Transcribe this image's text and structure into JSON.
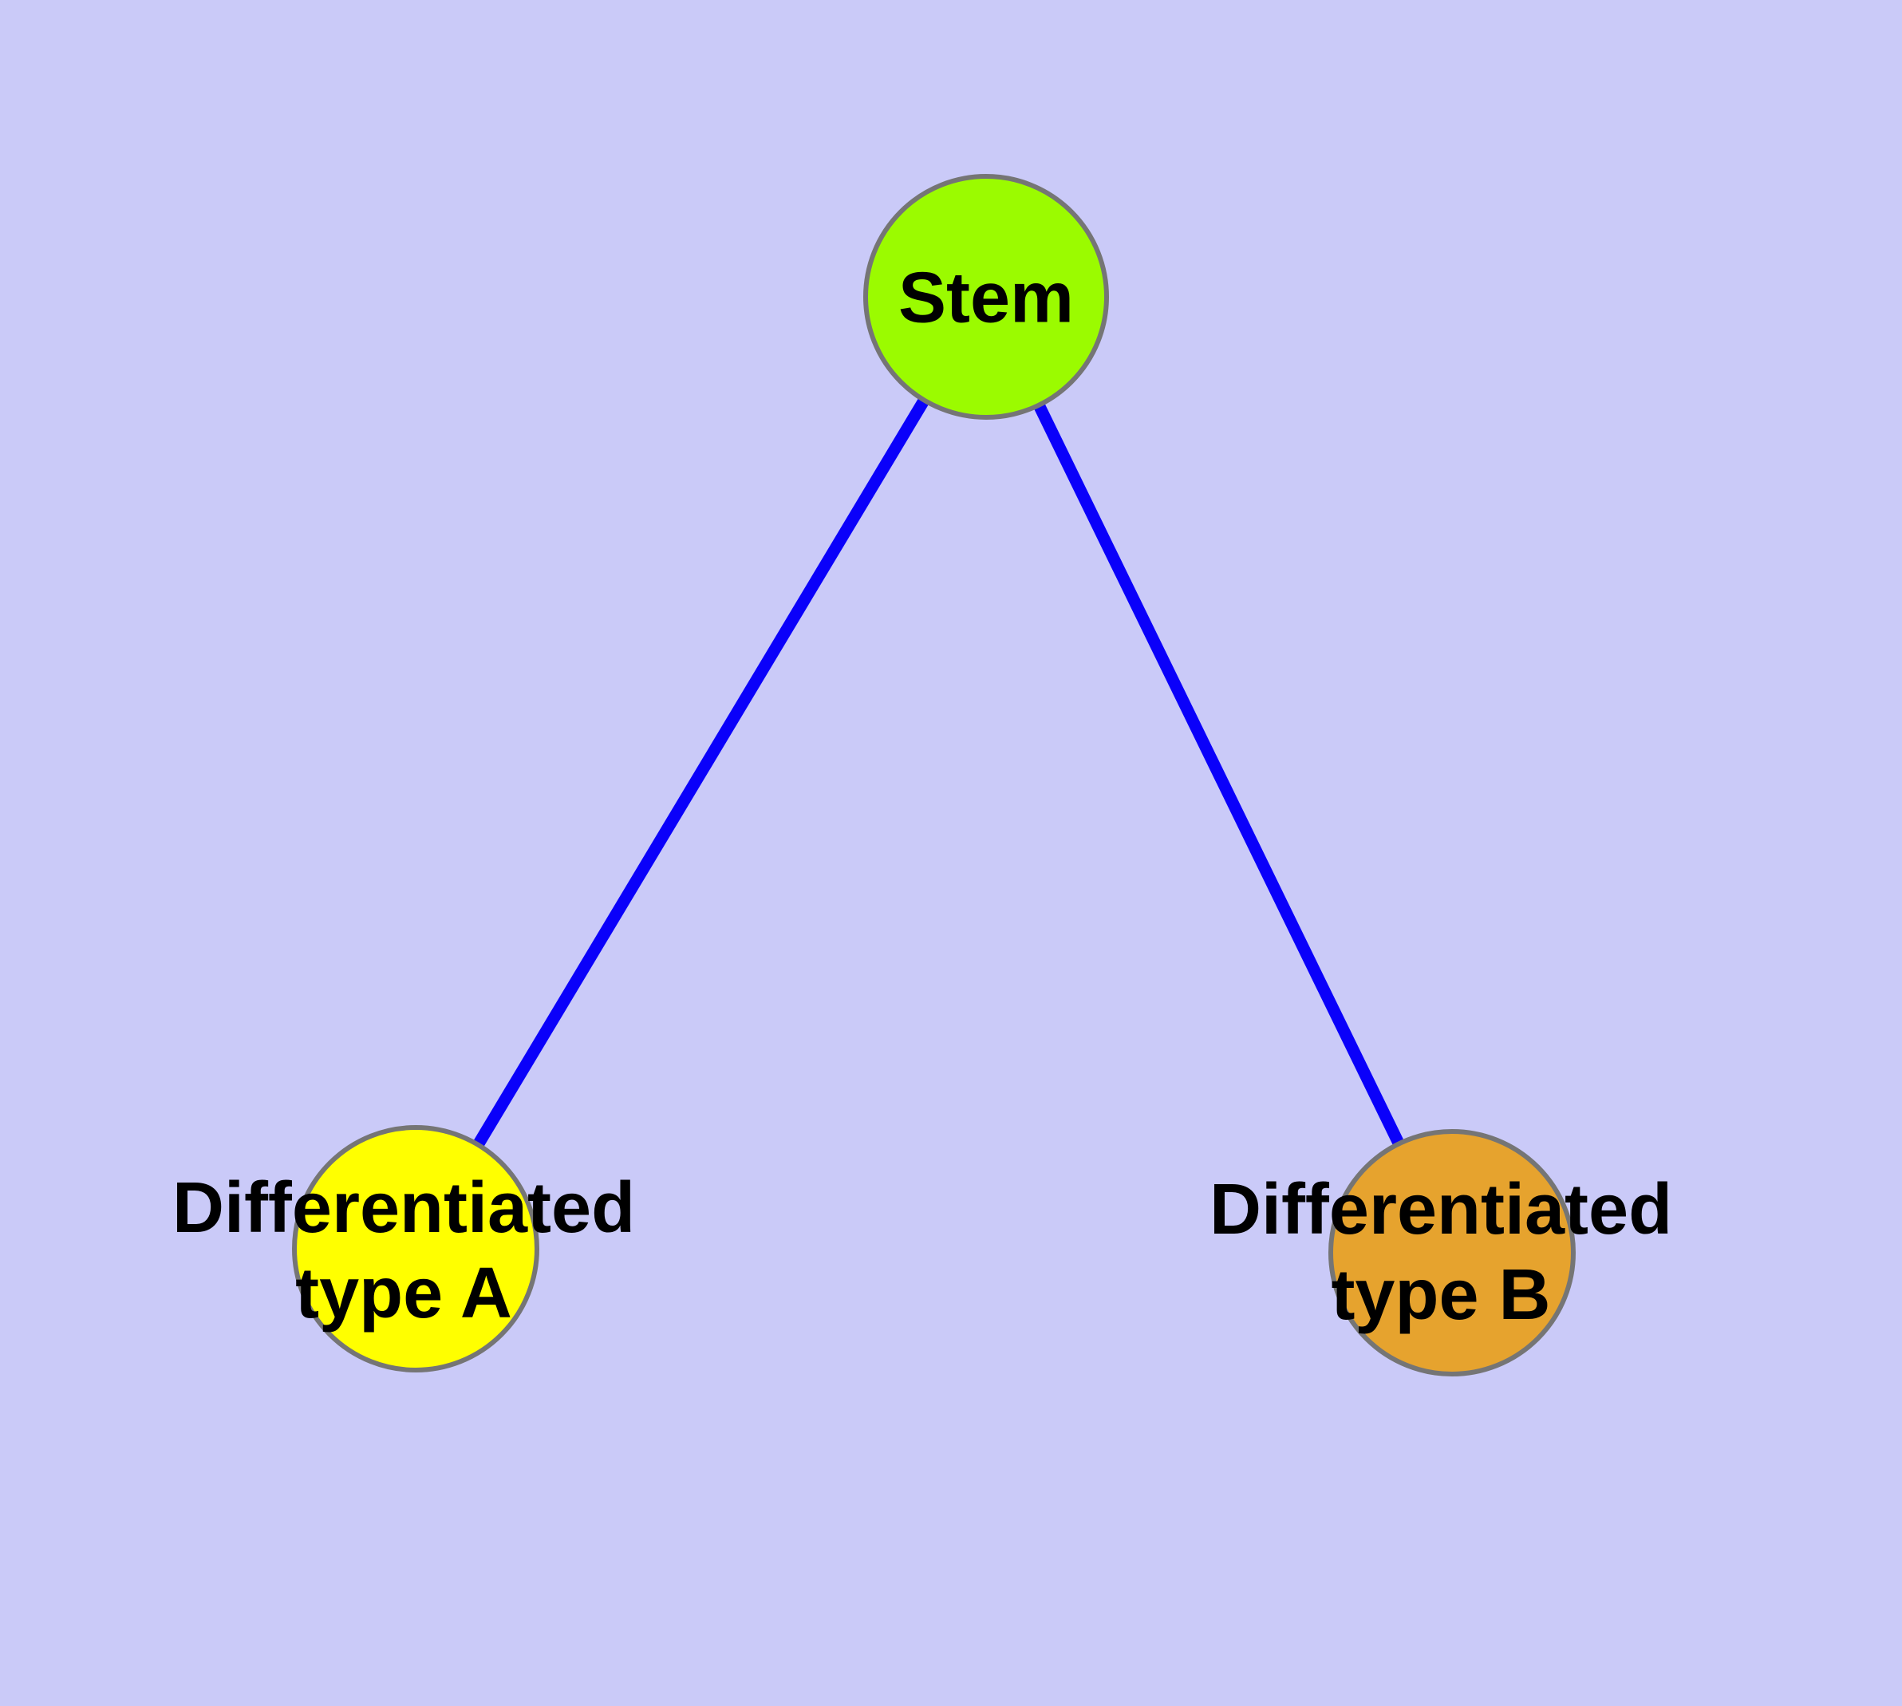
{
  "diagram": {
    "background_color": "#CACAF8",
    "edge_color": "#0A00FA",
    "node_border_color": "#757575",
    "nodes": [
      {
        "id": "stem",
        "label": "Stem",
        "fill": "#9BFB00"
      },
      {
        "id": "differentiated-type-a",
        "label": "Differentiated\ntype A",
        "fill": "#FFFF00"
      },
      {
        "id": "differentiated-type-b",
        "label": "Differentiated\ntype B",
        "fill": "#E6A32E"
      }
    ],
    "edges": [
      {
        "from": "stem",
        "to": "differentiated-type-a"
      },
      {
        "from": "stem",
        "to": "differentiated-type-b"
      }
    ]
  }
}
